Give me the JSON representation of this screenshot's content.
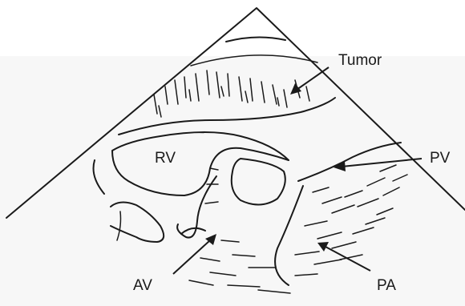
{
  "labels": {
    "tumor": "Tumor",
    "rv": "RV",
    "pv": "PV",
    "av": "AV",
    "pa": "PA"
  },
  "colors": {
    "ink": "#1a1a1a",
    "page": "#ffffff",
    "field": "#f7f7f7"
  }
}
